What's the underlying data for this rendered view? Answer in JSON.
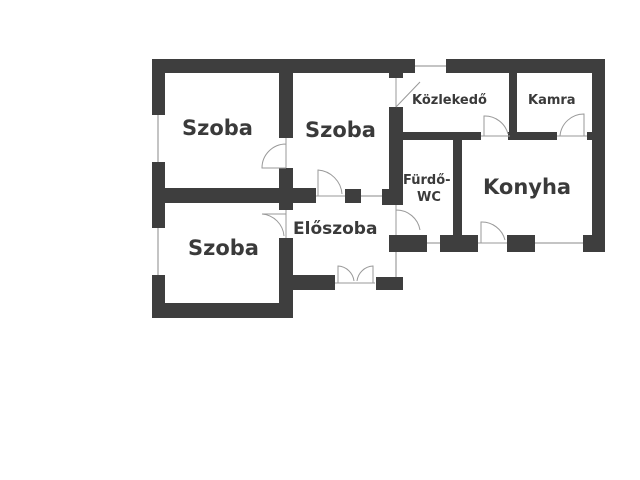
{
  "rooms": {
    "room1": "Szoba",
    "room2": "Szoba",
    "room3": "Szoba",
    "hall": "Előszoba",
    "corridor": "Közlekedő",
    "pantry": "Kamra",
    "bath_line1": "Fürdő-",
    "bath_line2": "WC",
    "kitchen": "Konyha"
  },
  "colors": {
    "wall": "#3e3e3e"
  }
}
